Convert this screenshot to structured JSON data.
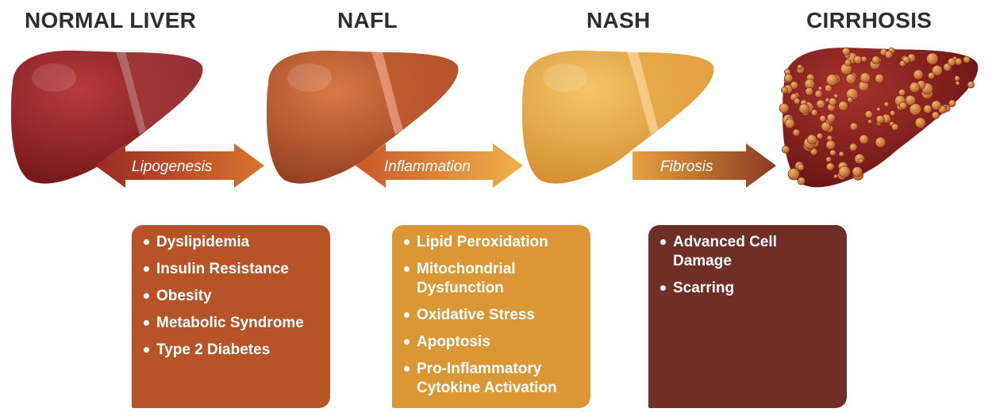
{
  "stages": [
    {
      "title": "NORMAL LIVER",
      "color": "#8f1d22"
    },
    {
      "title": "NAFL",
      "color": "#b5532a"
    },
    {
      "title": "NASH",
      "color": "#e3a43f"
    },
    {
      "title": "CIRRHOSIS",
      "color": "#8a1e1e"
    }
  ],
  "transitions": [
    {
      "label": "Lipogenesis",
      "direction": "bidirectional",
      "colors": [
        "#9b2a24",
        "#d9742e"
      ]
    },
    {
      "label": "Inflammation",
      "direction": "bidirectional",
      "colors": [
        "#c9572b",
        "#f0b24a"
      ]
    },
    {
      "label": "Fibrosis",
      "direction": "forward",
      "colors": [
        "#e7a13f",
        "#8a3a22"
      ]
    }
  ],
  "factor_boxes": [
    {
      "color": "#b65327",
      "items": [
        "Dyslipidemia",
        "Insulin Resistance",
        "Obesity",
        "Metabolic Syndrome",
        "Type 2 Diabetes"
      ]
    },
    {
      "color": "#db9736",
      "items": [
        "Lipid Peroxidation",
        "Mitochondrial Dysfunction",
        "Oxidative Stress",
        "Apoptosis",
        "Pro-Inflammatory Cytokine Activation"
      ]
    },
    {
      "color": "#702e28",
      "items": [
        "Advanced Cell Damage",
        "Scarring"
      ]
    }
  ]
}
